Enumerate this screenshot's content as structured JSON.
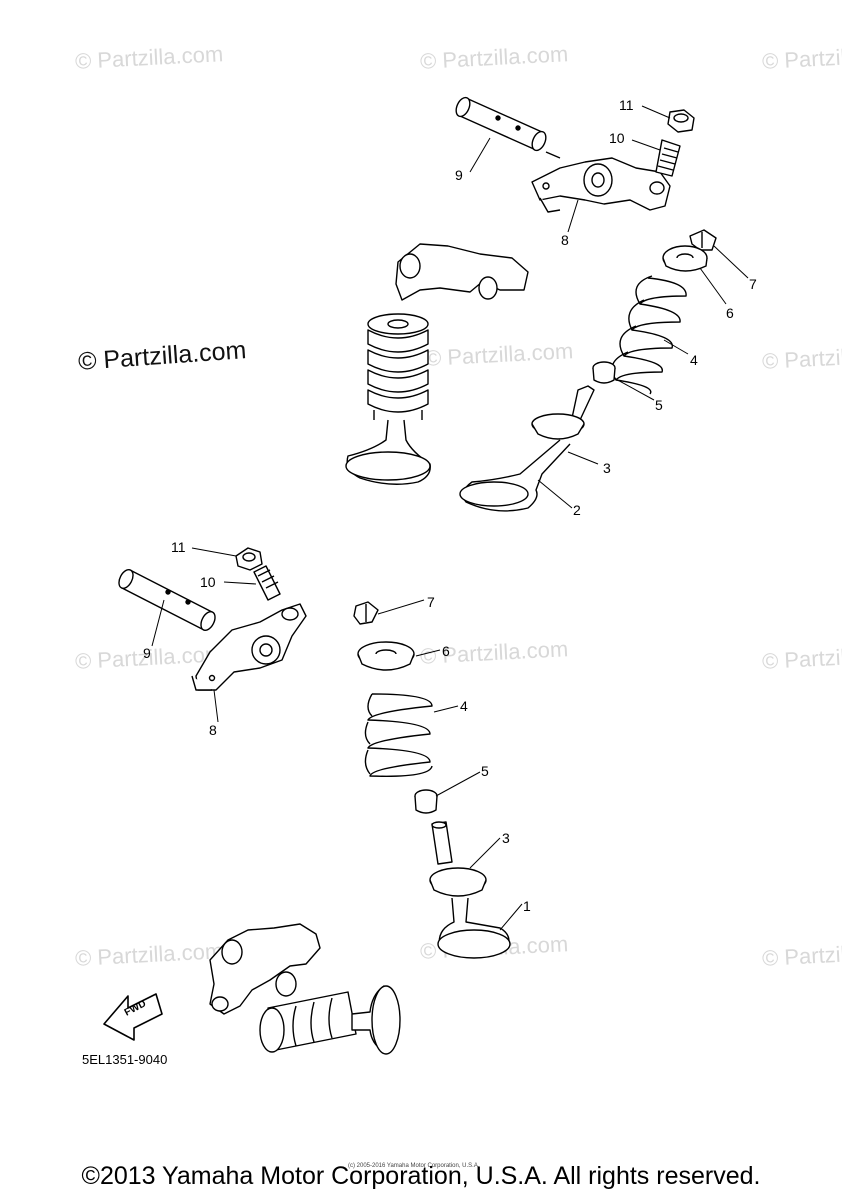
{
  "watermark_text": "© Partzilla.com",
  "watermark_main": "© Partzilla.com",
  "part_code": "5EL1351-9040",
  "fwd_label": "FWD",
  "tiny_notice": "(c) 2005-2016 Yamaha Motor Corporation, U.S.A.",
  "copyright": "©2013 Yamaha Motor Corporation, U.S.A. All rights reserved.",
  "callouts": {
    "upper": {
      "c11": "11",
      "c10": "10",
      "c9": "9",
      "c8": "8",
      "c7": "7",
      "c6": "6",
      "c4": "4",
      "c5": "5",
      "c3": "3",
      "c2": "2"
    },
    "lower": {
      "c11": "11",
      "c10": "10",
      "c9": "9",
      "c8": "8",
      "c7": "7",
      "c6": "6",
      "c4": "4",
      "c5": "5",
      "c3": "3",
      "c1": "1"
    }
  }
}
